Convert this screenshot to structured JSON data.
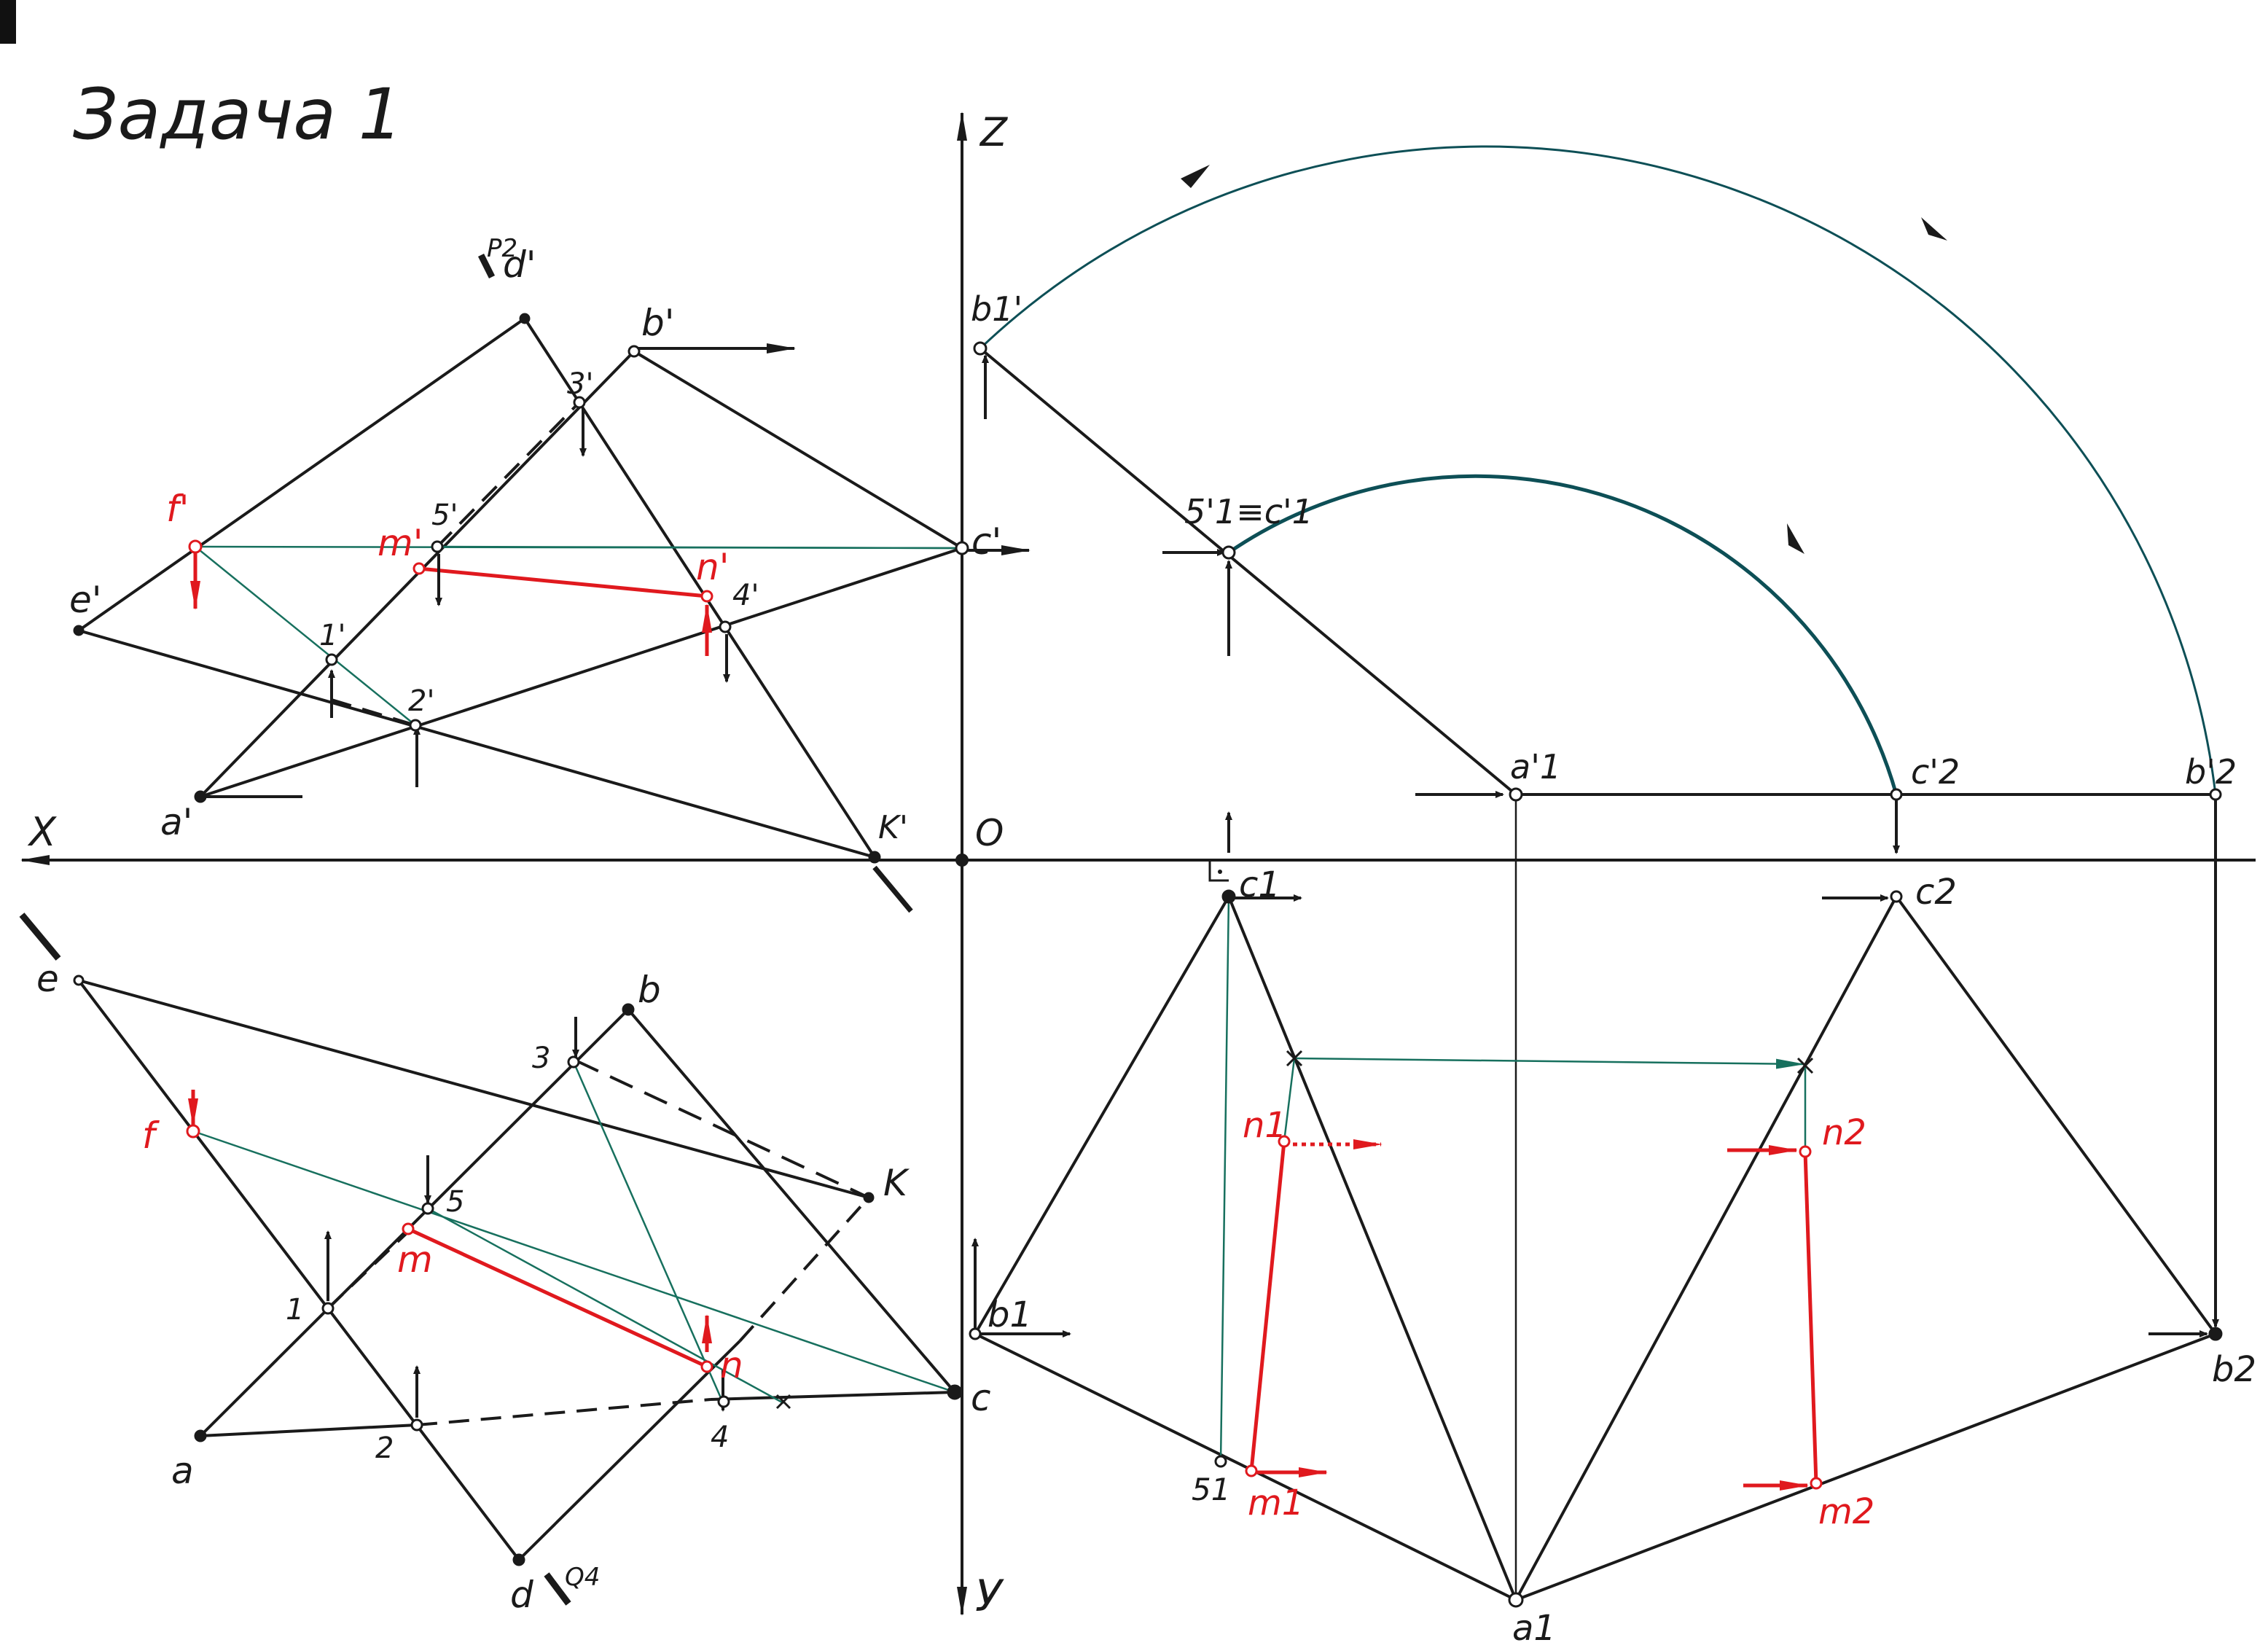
{
  "title": "Задача 1",
  "colors": {
    "ink": "#1a1a1a",
    "red": "#e0191e",
    "teal": "#17705e",
    "arc": "#0d4f56"
  },
  "labels": {
    "axis_x": "X",
    "axis_y": "У",
    "axis_z": "Z",
    "origin": "O",
    "d_prime": "d'",
    "b_prime": "b'",
    "f_prime": "f'",
    "e_prime": "e'",
    "a_prime": "a'",
    "k_prime": "K'",
    "c_prime": "c'",
    "m_prime": "m'",
    "n_prime": "n'",
    "p1_prime": "1'",
    "p2_prime": "2'",
    "p3_prime": "3'",
    "p4_prime": "4'",
    "p5_prime": "5'",
    "b1_prime": "b1'",
    "c1_prime": "5'1≡c'1",
    "a1_prime": "a'1",
    "c2_prime": "c'2",
    "b2_prime": "b'2",
    "e": "e",
    "f": "f",
    "a": "a",
    "b": "b",
    "c": "c",
    "d": "d",
    "k": "K",
    "m": "m",
    "n": "n",
    "p1": "1",
    "p2": "2",
    "p3": "3",
    "p4": "4",
    "p5": "5",
    "c1": "c1",
    "b1": "b1",
    "n1": "n1",
    "m1": "m1",
    "p51": "51",
    "a1": "a1",
    "c2": "c2",
    "n2": "n2",
    "m2": "m2",
    "b2": "b2",
    "plane_p": "P2",
    "plane_q": "Q4"
  }
}
